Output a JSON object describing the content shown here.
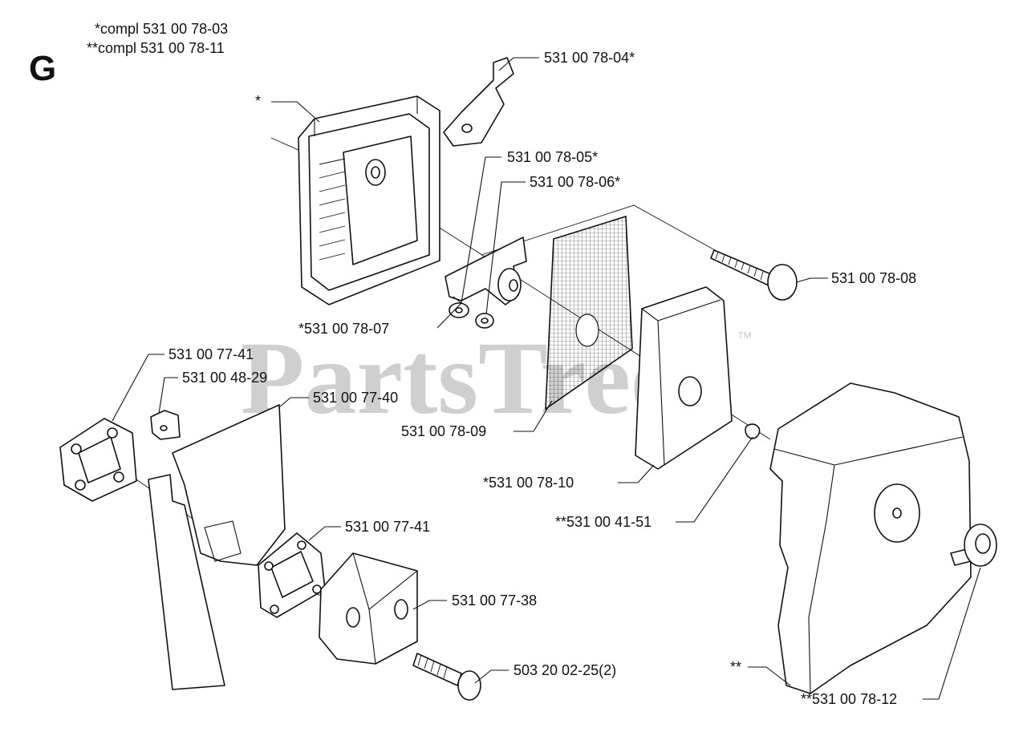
{
  "section_letter": "G",
  "header_notes": [
    "*compl 531 00 78-03",
    "**compl 531 00 78-11"
  ],
  "watermark": "PartsTree",
  "watermark_tm": "™",
  "labels": [
    {
      "id": "l01",
      "text": "531 00 78-04*"
    },
    {
      "id": "l02",
      "text": "*"
    },
    {
      "id": "l03",
      "text": "531 00 78-05*"
    },
    {
      "id": "l04",
      "text": "531 00 78-06*"
    },
    {
      "id": "l05",
      "text": "531 00 78-08"
    },
    {
      "id": "l06",
      "text": "*531 00 78-07"
    },
    {
      "id": "l07",
      "text": "531 00 77-41"
    },
    {
      "id": "l08",
      "text": "531 00 48-29"
    },
    {
      "id": "l09",
      "text": "531 00 77-40"
    },
    {
      "id": "l10",
      "text": "531 00 78-09"
    },
    {
      "id": "l11",
      "text": "*531 00 78-10"
    },
    {
      "id": "l12",
      "text": "**531 00 41-51"
    },
    {
      "id": "l13",
      "text": "531 00 77-41"
    },
    {
      "id": "l14",
      "text": "531 00 77-38"
    },
    {
      "id": "l15",
      "text": "503 20 02-25(2)"
    },
    {
      "id": "l16",
      "text": "**"
    },
    {
      "id": "l17",
      "text": "**531 00 78-12"
    }
  ]
}
